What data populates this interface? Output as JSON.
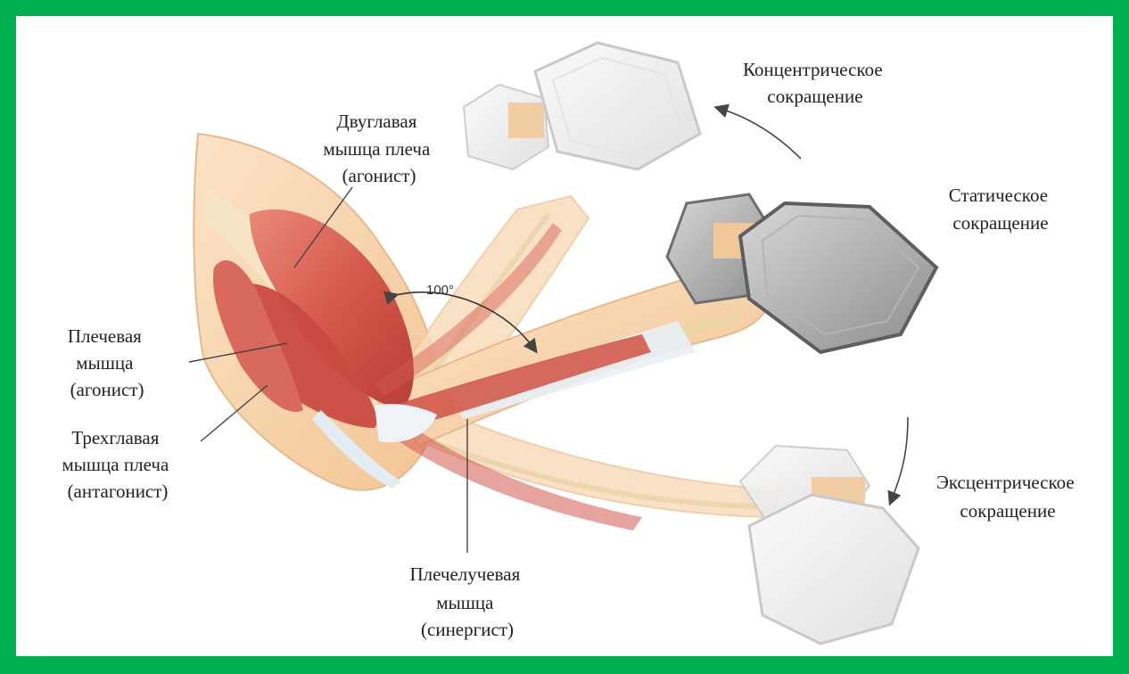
{
  "labels": {
    "biceps": [
      "Двуглавая",
      "мышца плеча",
      "(агонист)"
    ],
    "brachialis": [
      "Плечевая",
      "мышца",
      "(агонист)"
    ],
    "triceps": [
      "Трехглавая",
      "мышца плеча",
      "(антагонист)"
    ],
    "brachioradialis": [
      "Плечелучевая",
      "мышца",
      "(синергист)"
    ],
    "concentric": [
      "Концентрическое",
      "сокращение"
    ],
    "static": [
      "Статическое",
      "сокращение"
    ],
    "eccentric": [
      "Эксцентрическое",
      "сокращение"
    ],
    "angle": "100°"
  },
  "colors": {
    "border": "#00b04f",
    "background": "#ffffff",
    "skin": "#f6d2a8",
    "muscle": "#d4584c",
    "tendon": "#e8eef2",
    "dumbbell_light": "#e6e6e6",
    "dumbbell_dark": "#8a8a8a"
  }
}
